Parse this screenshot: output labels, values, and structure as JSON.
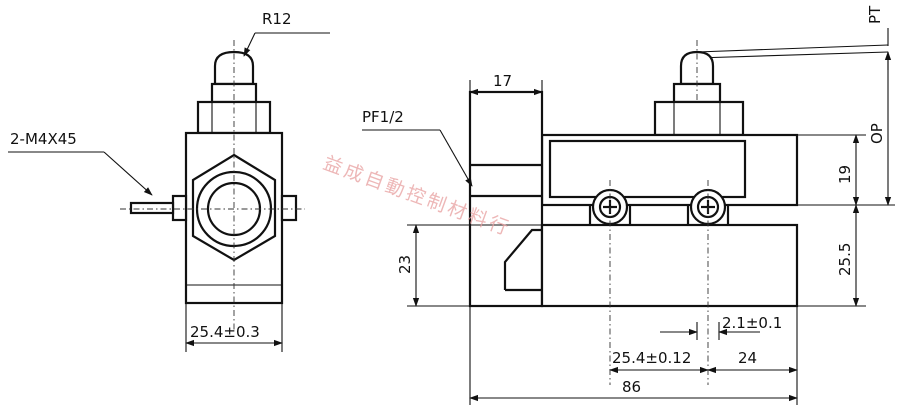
{
  "labels": {
    "r12": "R12",
    "m4": "2-M4X45",
    "pf": "PF1/2",
    "w17": "17",
    "pt": "PT",
    "op": "OP",
    "h19": "19",
    "h23": "23",
    "h25_5": "25.5",
    "w25_4_front": "25.4±0.3",
    "w25_4_side": "25.4±0.12",
    "w2_1": "2.1±0.1",
    "w24": "24",
    "w86": "86"
  },
  "watermark": "益成自動控制材料行"
}
